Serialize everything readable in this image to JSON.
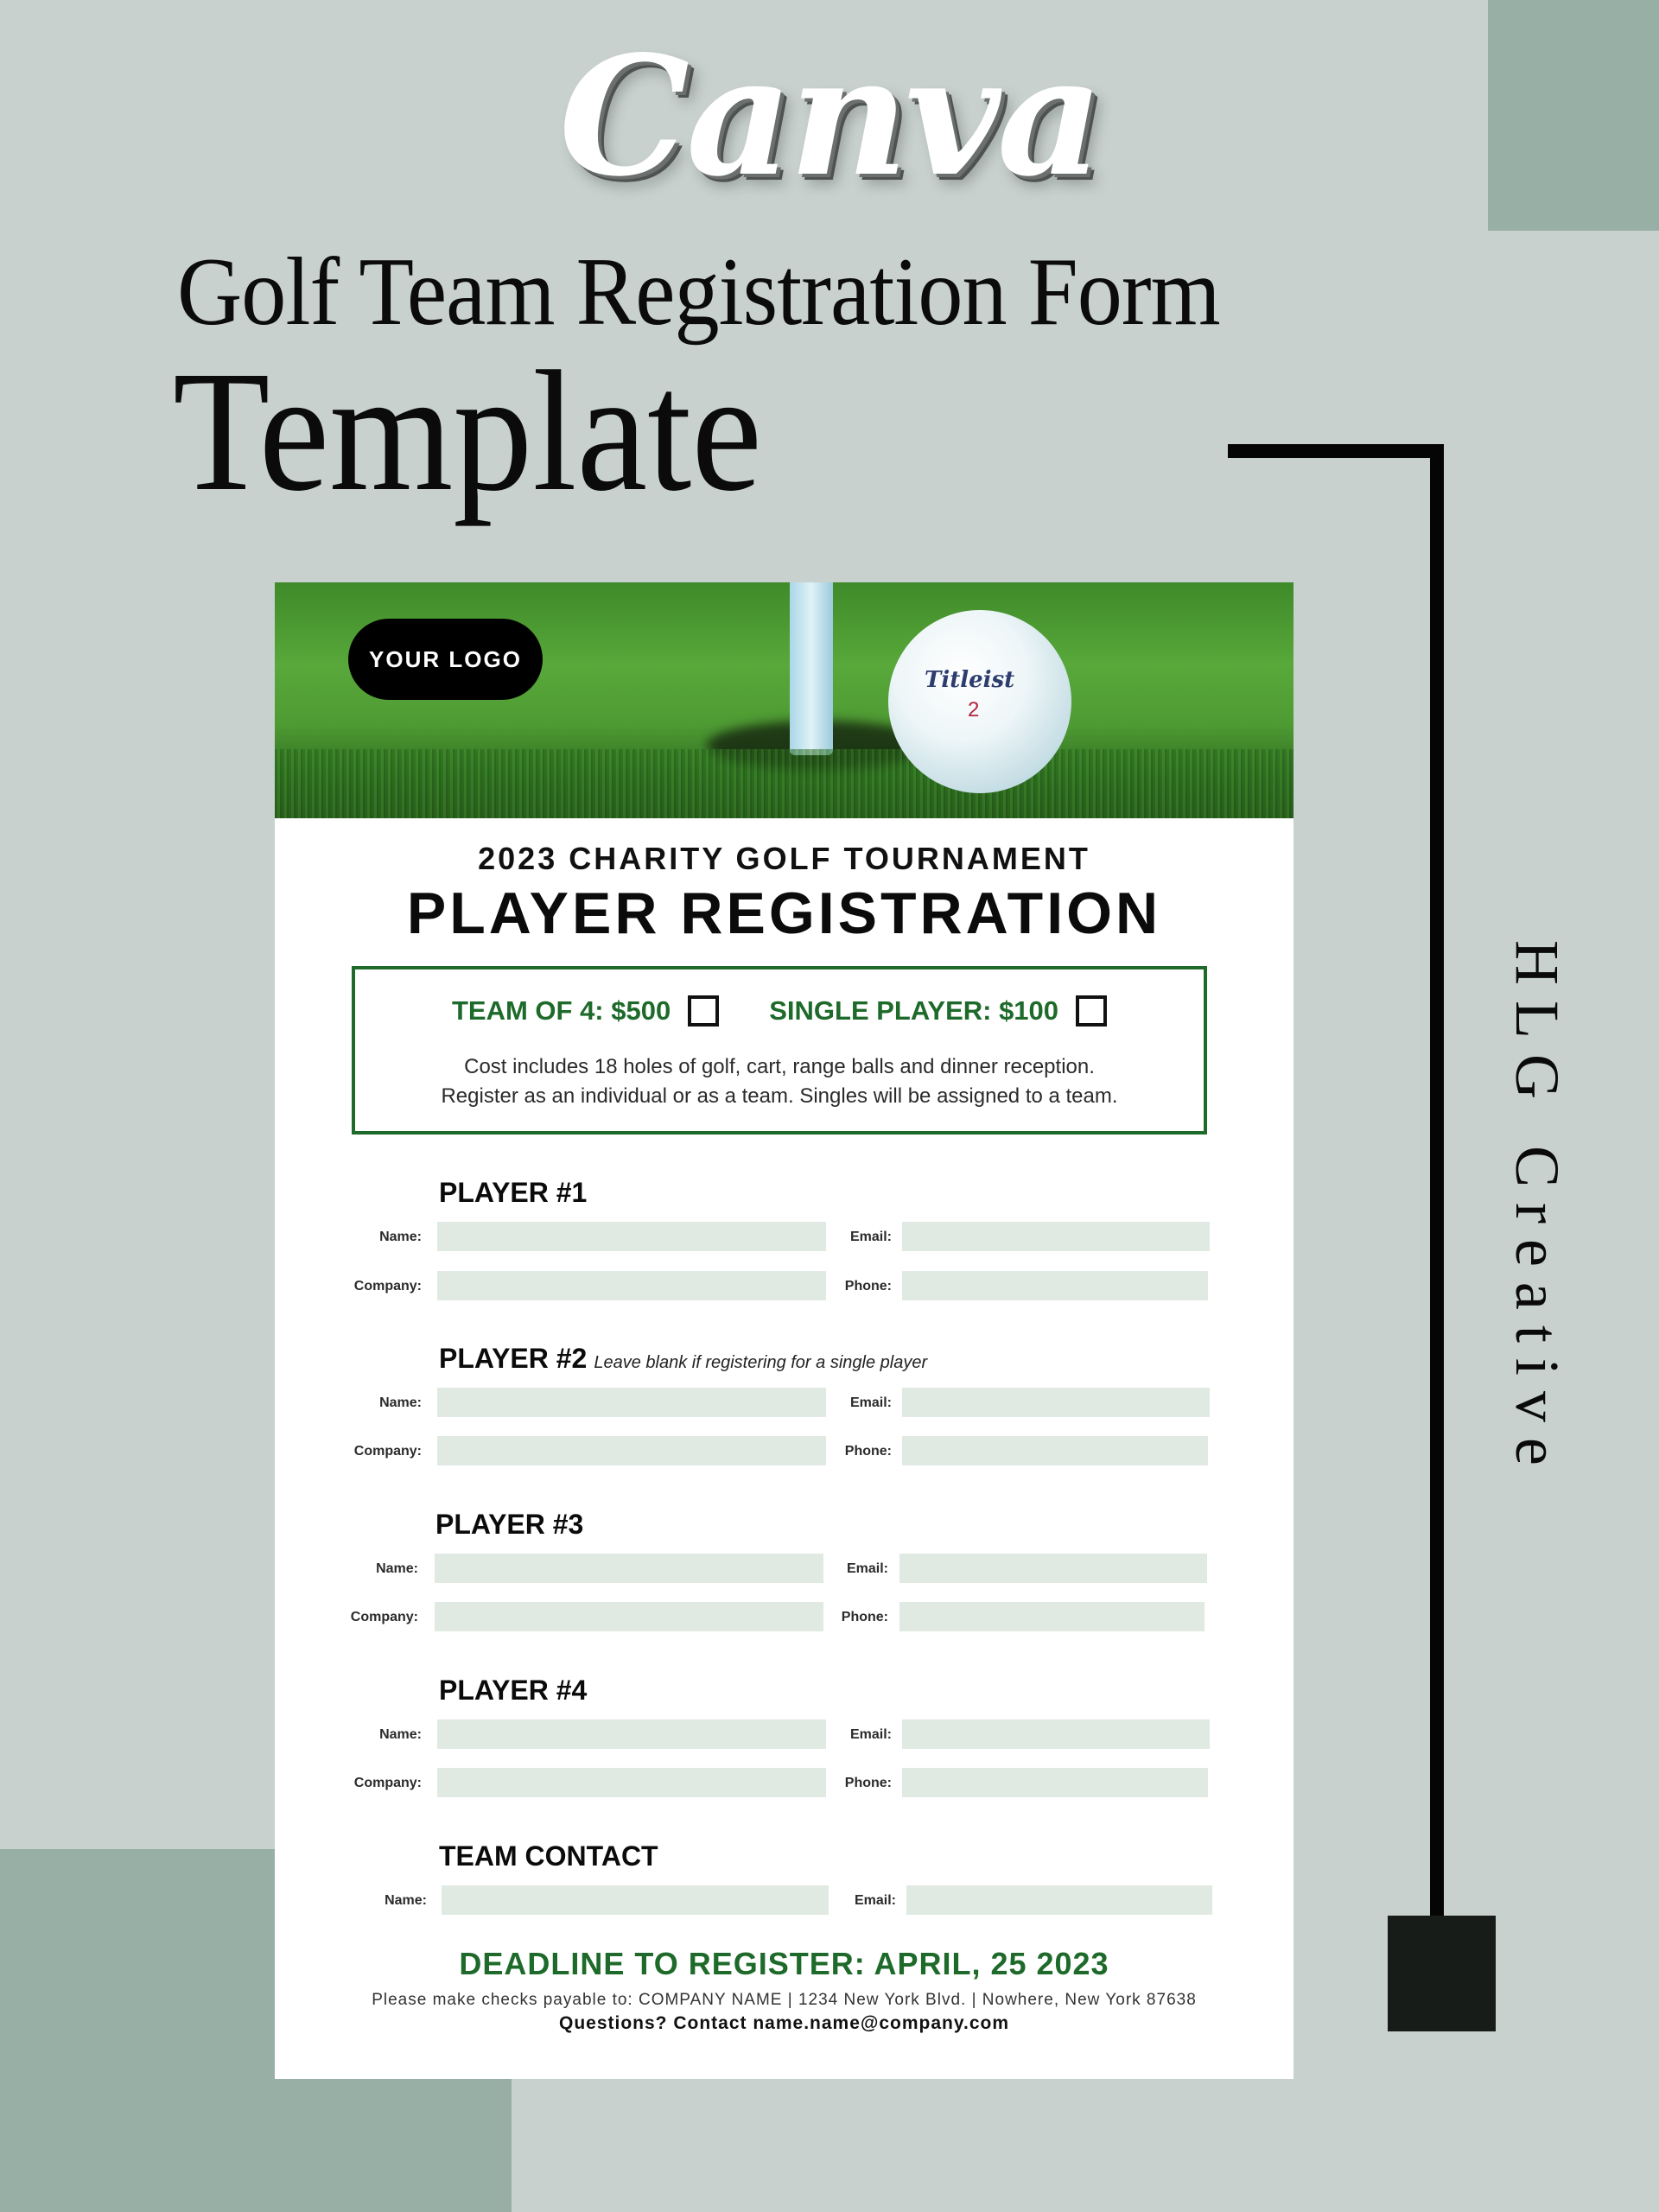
{
  "cover": {
    "brand": "Canva",
    "subtitle": "Golf Team Registration Form",
    "title": "Template",
    "vertical_credit": "HLG Creative",
    "colors": {
      "background": "#c8d1ce",
      "accent_block": "#98afa5",
      "line": "#050505",
      "square": "#181c19"
    }
  },
  "form": {
    "hero": {
      "logo_label": "YOUR LOGO",
      "ball_brand": "Titleist",
      "ball_number": "2"
    },
    "event_title": "2023 CHARITY GOLF TOURNAMENT",
    "form_title": "PLAYER REGISTRATION",
    "pricing": {
      "options": [
        {
          "label": "TEAM OF 4: $500",
          "checked": false
        },
        {
          "label": "SINGLE PLAYER: $100",
          "checked": false
        }
      ],
      "note_line1": "Cost includes 18 holes of golf, cart, range balls and dinner reception.",
      "note_line2": "Register as an individual or as a team. Singles will be assigned to a team."
    },
    "sections": [
      {
        "title": "PLAYER #1",
        "note": "",
        "fields": {
          "name": "Name:",
          "email": "Email:",
          "company": "Company:",
          "phone": "Phone:"
        }
      },
      {
        "title": "PLAYER #2",
        "note": "Leave blank if registering for a single player",
        "fields": {
          "name": "Name:",
          "email": "Email:",
          "company": "Company:",
          "phone": "Phone:"
        }
      },
      {
        "title": "PLAYER #3",
        "note": "",
        "fields": {
          "name": "Name:",
          "email": "Email:",
          "company": "Company:",
          "phone": "Phone:"
        }
      },
      {
        "title": "PLAYER #4",
        "note": "",
        "fields": {
          "name": "Name:",
          "email": "Email:",
          "company": "Company:",
          "phone": "Phone:"
        }
      },
      {
        "title": "TEAM CONTACT",
        "note": "",
        "fields": {
          "name": "Name:",
          "email": "Email:"
        }
      }
    ],
    "deadline": "DEADLINE TO REGISTER: APRIL, 25 2023",
    "checks_payable": "Please make checks payable to:  COMPANY NAME | 1234 New York Blvd. | Nowhere, New York 87638",
    "questions": "Questions? Contact name.name@company.com",
    "colors": {
      "accent_green": "#1e6a2a",
      "field_fill": "#e1e9e3"
    }
  }
}
